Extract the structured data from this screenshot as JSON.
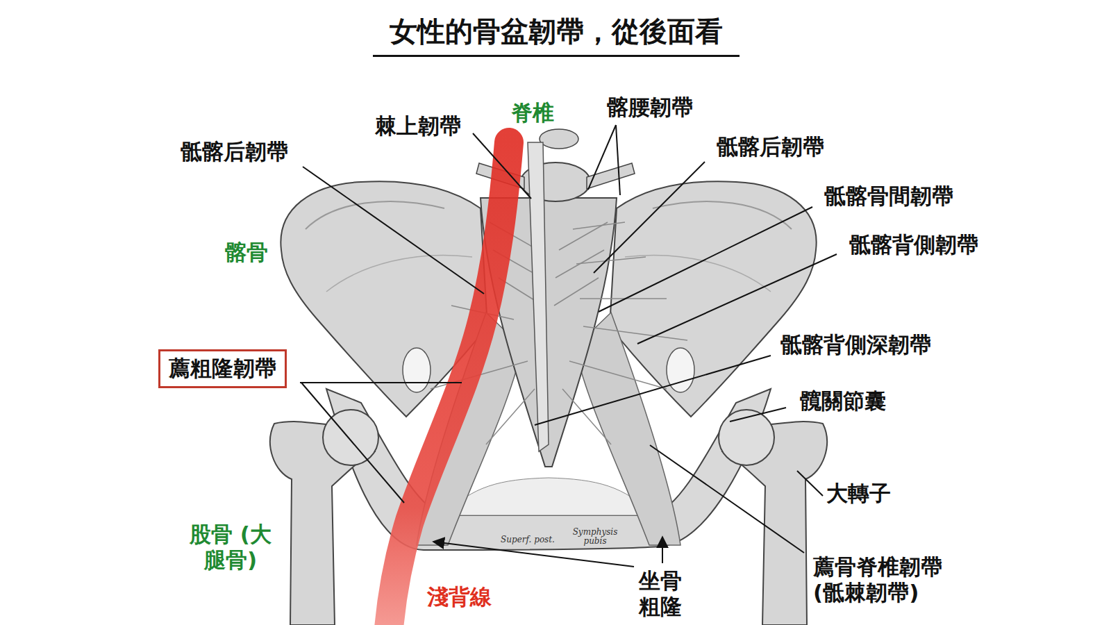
{
  "diagram": {
    "title": "女性的骨盆韌帶，從後面看",
    "nodes": [
      {
        "text": [
          "薦粗隆韌帶"
        ]
      }
    ],
    "labels": [
      "脊椎",
      "棘上韌帶",
      "髂腰韌帶",
      "骶髂后韌帶",
      "骶髂后韌帶",
      "骶髂骨間韌帶",
      "髂骨",
      "骶髂背側韌帶",
      "骶髂背側深韌帶",
      "髖關節囊",
      "大轉子",
      "股骨 (大腿骨)",
      "Superf. post.",
      "Symphysis pubis",
      "坐骨 粗隆",
      "薦骨脊椎韌帶 (骶棘韌帶)",
      "淺背線"
    ]
  }
}
